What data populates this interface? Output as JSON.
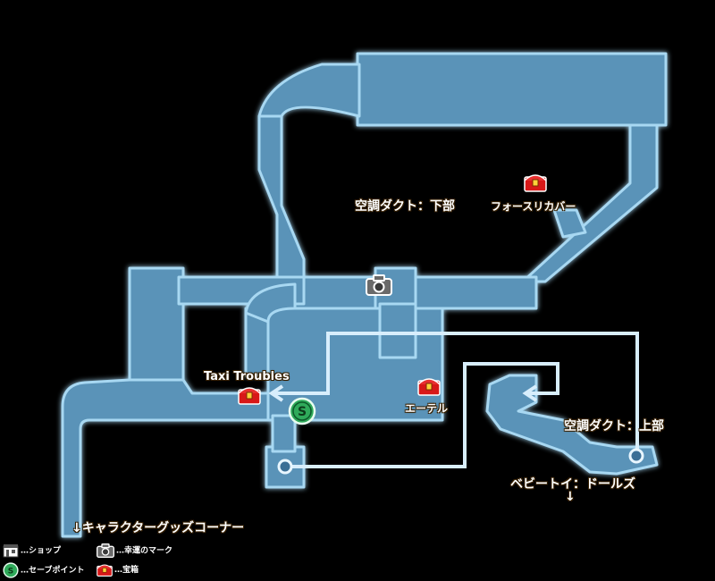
{
  "labels": {
    "upper_area": "空調ダクト：下部",
    "force_recover": "フォースリカバー",
    "taxi": "Taxi Troubles",
    "ether": "エーテル",
    "duct_upper": "空調ダクト：上部",
    "beby_dolls": "ベビートイ：ドールズ",
    "beby_arrow": "↓",
    "character_goods": "↓キャラクターグッズコーナー"
  },
  "legend": {
    "shop": "…ショップ",
    "lucky_mark": "…幸運のマーク",
    "save_point": "…セーブポイント",
    "treasure": "…宝箱"
  },
  "icons": {
    "treasure": "treasure-chest-icon",
    "save": "save-point-icon",
    "camera": "lucky-mark-camera-icon",
    "shop": "shop-icon"
  },
  "colors": {
    "background": "#000000",
    "room_fill": "#5a93b8",
    "room_edge": "#9fd0ec",
    "route_line": "#d8eefc",
    "chest_red": "#d81818",
    "save_green": "#2faa5a"
  }
}
